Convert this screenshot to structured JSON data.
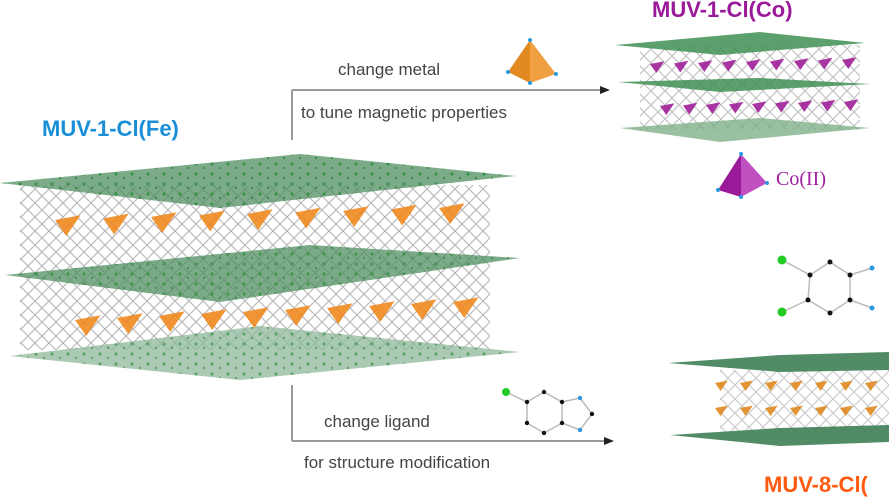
{
  "structures": {
    "parent": {
      "name": "MUV-1-Cl(Fe)",
      "color": "#1a8fd8",
      "tetrahedron_color": "#f08a20"
    },
    "metal_variant": {
      "name": "MUV-1-Cl(Co)",
      "color": "#9a1a9a",
      "tetrahedron_color": "#a0209a",
      "metal_label": "Co(II)"
    },
    "ligand_variant": {
      "name": "MUV-8-Cl(",
      "color": "#ff5a10",
      "tetrahedron_color": "#f08a20"
    }
  },
  "arrows": {
    "metal": {
      "line1": "change metal",
      "line2": "to tune magnetic properties"
    },
    "ligand": {
      "line1": "change ligand",
      "line2": "for structure modification"
    }
  },
  "colors": {
    "layer_green": "#3f8f55",
    "layer_fill": "#5a9a6a",
    "arrow": "#999999",
    "atom_cl": "#22cc22",
    "atom_n": "#2a9ae0",
    "atom_c": "#111111"
  }
}
